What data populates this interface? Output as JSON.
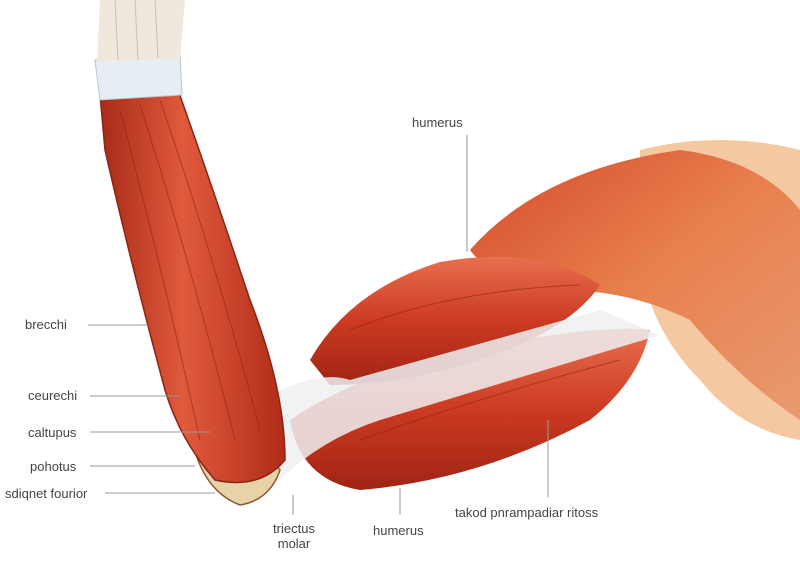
{
  "labels": {
    "humerus_top": "humerus",
    "brecchi": "brecchi",
    "ceurechi": "ceurechi",
    "caltupus": "caltupus",
    "pohotus": "pohotus",
    "sdiqnet_fourior": "sdiqnet fourior",
    "triectus_line1": "triectus",
    "triectus_line2": "molar",
    "humerus_bottom": "humerus",
    "takod": "takod pnrampadiar ritoss"
  },
  "colors": {
    "muscle": "#c8321e",
    "muscle_dark": "#9e2414",
    "muscle_light": "#e8684a",
    "tendon": "#eef0f2",
    "skin": "#f4c8a0",
    "bone": "#e8d2a8",
    "leader_line": "#999999"
  }
}
